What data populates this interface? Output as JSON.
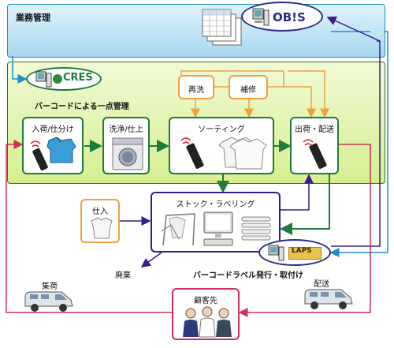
{
  "business": {
    "title": "業務管理",
    "system": "OB!S"
  },
  "cres": {
    "logo": "CRES",
    "caption": "バーコードによる一点管理"
  },
  "steps": {
    "receive": "入荷/仕分け",
    "wash": "洗浄/仕上",
    "sort": "ソーティング",
    "ship": "出荷・配送",
    "rewash": "再洗",
    "repair": "補修"
  },
  "stock": {
    "title": "ストック・ラベリング",
    "purchase": "仕入"
  },
  "labs": {
    "logo": "LAPS",
    "caption": "バーコードラベル発行・取付け"
  },
  "bottom": {
    "dispose": "廃棄",
    "collect": "集荷",
    "deliver": "配送",
    "customer": "顧客先"
  },
  "colors": {
    "blue": "#1a8fc4",
    "green": "#1f7a3c",
    "orange": "#f0a040",
    "purple": "#3a1a8c",
    "red": "#d0305a"
  }
}
